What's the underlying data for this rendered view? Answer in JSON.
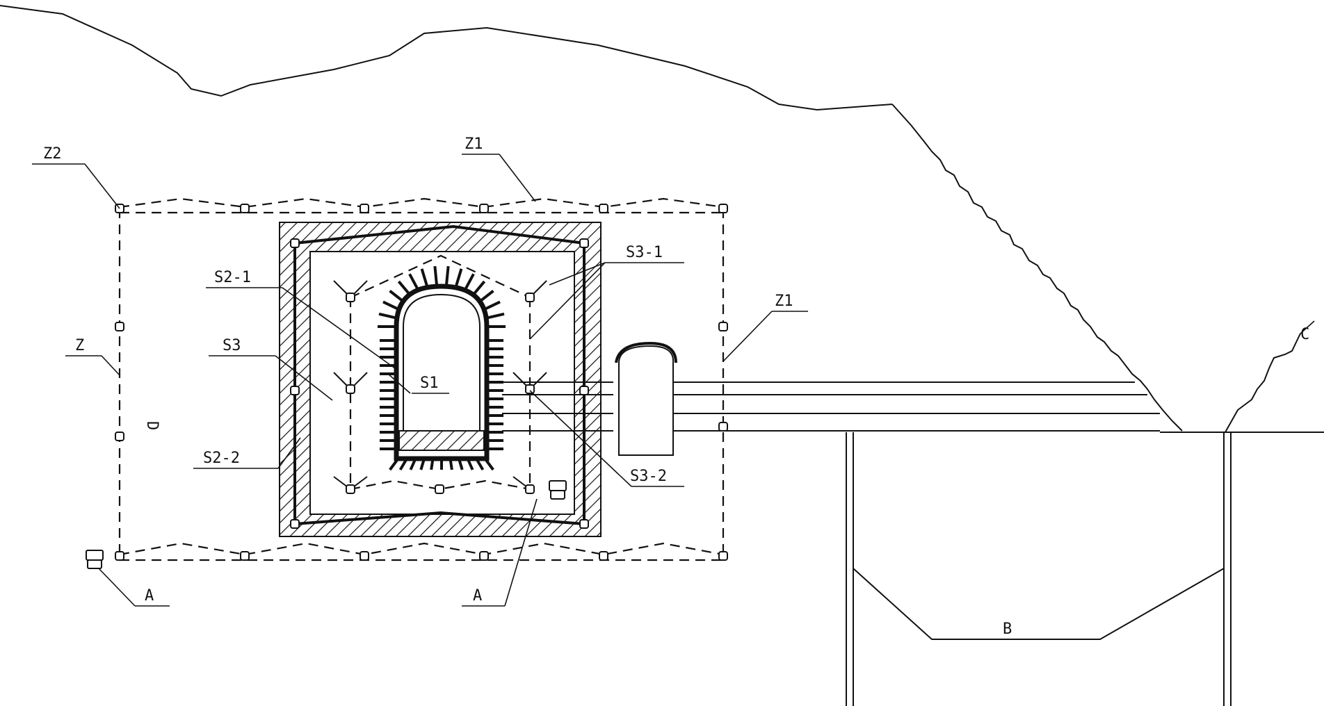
{
  "labels": {
    "z2": "Z2",
    "z1_top": "Z1",
    "z1_right": "Z1",
    "z": "Z",
    "s2_1": "S2-1",
    "s3": "S3",
    "s1": "S1",
    "s2_2": "S2-2",
    "s3_1": "S3-1",
    "s3_2": "S3-2",
    "d": "D",
    "a_left": "A",
    "a_mid": "A",
    "b": "B",
    "c": "C"
  },
  "colors": {
    "line": "#111111",
    "background": "#ffffff"
  }
}
